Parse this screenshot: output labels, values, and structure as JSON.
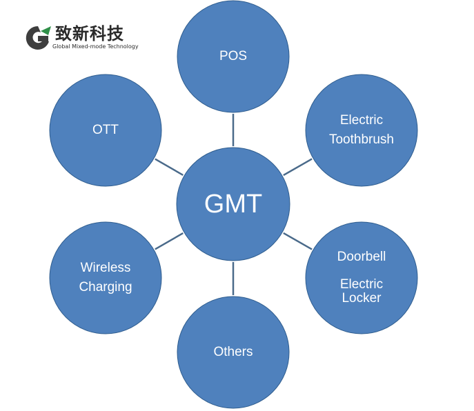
{
  "logo": {
    "title": "致新科技",
    "subtitle": "Global Mixed-mode Technology"
  },
  "colors": {
    "node_fill": "#4f81bd",
    "node_stroke": "#2f5d8e",
    "connector": "#4a6a8a",
    "label": "#ffffff"
  },
  "center": {
    "label": "GMT"
  },
  "nodes": [
    {
      "id": "pos",
      "lines": [
        "POS"
      ]
    },
    {
      "id": "toothbrush",
      "lines": [
        "Electric",
        "Toothbrush"
      ]
    },
    {
      "id": "doorbell",
      "lines": [
        "Doorbell",
        "",
        "Electric",
        "Locker"
      ]
    },
    {
      "id": "others",
      "lines": [
        "Others"
      ]
    },
    {
      "id": "wireless",
      "lines": [
        "Wireless",
        "Charging"
      ]
    },
    {
      "id": "ott",
      "lines": [
        "OTT"
      ]
    }
  ]
}
